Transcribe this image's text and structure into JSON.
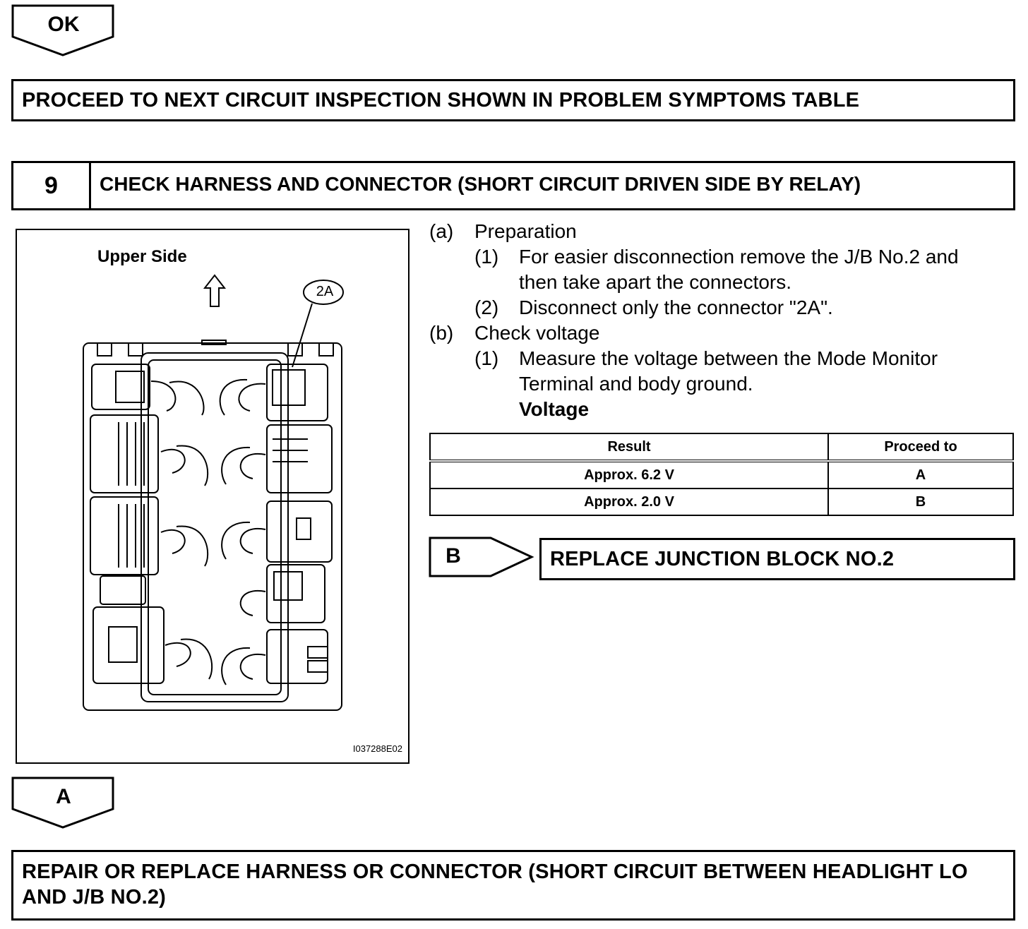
{
  "ok_tag": {
    "label": "OK"
  },
  "proceed_box": {
    "text": "PROCEED TO NEXT CIRCUIT INSPECTION SHOWN IN PROBLEM SYMPTOMS TABLE"
  },
  "step": {
    "number": "9",
    "title": "CHECK HARNESS AND CONNECTOR (SHORT CIRCUIT DRIVEN SIDE BY RELAY)"
  },
  "figure": {
    "upper_side_label": "Upper Side",
    "connector_label": "2A",
    "figure_id": "I037288E02"
  },
  "instructions": {
    "a_marker": "(a)",
    "a_text": "Preparation",
    "a1_marker": "(1)",
    "a1_line1": "For easier disconnection remove the J/B No.2 and",
    "a1_line2": "then take apart the connectors.",
    "a2_marker": "(2)",
    "a2_text": "Disconnect only the connector \"2A\".",
    "b_marker": "(b)",
    "b_text": "Check voltage",
    "b1_marker": "(1)",
    "b1_line1": "Measure the voltage between the Mode Monitor",
    "b1_line2": "Terminal and body ground.",
    "voltage_heading": "Voltage"
  },
  "result_table": {
    "headers": [
      "Result",
      "Proceed to"
    ],
    "rows": [
      [
        "Approx. 6.2 V",
        "A"
      ],
      [
        "Approx. 2.0 V",
        "B"
      ]
    ]
  },
  "b_tag": {
    "label": "B"
  },
  "replace_box": {
    "text": "REPLACE JUNCTION BLOCK NO.2"
  },
  "a_tag": {
    "label": "A"
  },
  "repair_box": {
    "line1": "REPAIR OR REPLACE HARNESS OR CONNECTOR (SHORT CIRCUIT BETWEEN HEADLIGHT LO",
    "line2": "AND J/B NO.2)"
  }
}
